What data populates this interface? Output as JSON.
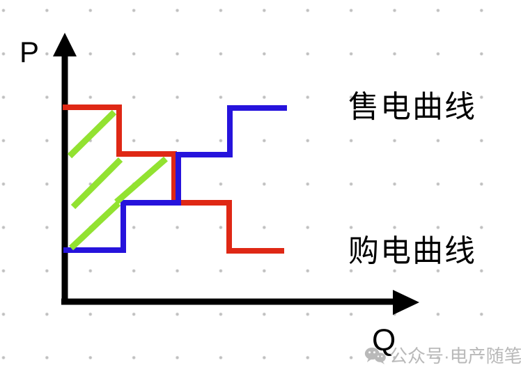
{
  "page": {
    "background": "#ffffff",
    "grid_dot_color": "#bfbfbf",
    "watermark": {
      "text": "公众号·电产随笔",
      "icon": "wechat-icon",
      "color": "#b9b9b9"
    }
  },
  "chart_data": {
    "type": "line",
    "subtype": "schematic step curves (electricity sell/buy bid curves)",
    "title": "",
    "xlabel": "Q",
    "ylabel": "P",
    "axis_values": "none (qualitative diagram, no numeric ticks)",
    "coordinates": "pixel (y increases downward)",
    "legend_position": "right of curves, free text",
    "axes": {
      "color": "#000000",
      "stroke_width": 9,
      "lines": [
        [
          [
            93,
            76
          ],
          [
            93,
            436
          ]
        ],
        [
          [
            88,
            433
          ],
          [
            566,
            433
          ]
        ]
      ],
      "arrows": [
        [
          [
            93,
            47
          ],
          [
            76,
            81
          ],
          [
            110,
            81
          ]
        ],
        [
          [
            602,
            434
          ],
          [
            564,
            416
          ],
          [
            564,
            452
          ]
        ]
      ]
    },
    "series": [
      {
        "id": "buy-curve",
        "name": "购电曲线",
        "color": "#df2815",
        "stroke_width": 8,
        "shape": "descending staircase",
        "points": [
          [
            90,
            154
          ],
          [
            171,
            154
          ],
          [
            171,
            221
          ],
          [
            250,
            221
          ],
          [
            250,
            291
          ],
          [
            329,
            291
          ],
          [
            329,
            360
          ],
          [
            408,
            360
          ]
        ]
      },
      {
        "id": "sell-curve",
        "name": "售电曲线",
        "color": "#2613dc",
        "stroke_width": 8,
        "shape": "ascending staircase",
        "points": [
          [
            91,
            359
          ],
          [
            177,
            359
          ],
          [
            177,
            291
          ],
          [
            256,
            291
          ],
          [
            256,
            222
          ],
          [
            330,
            222
          ],
          [
            330,
            155
          ],
          [
            412,
            155
          ]
        ]
      }
    ],
    "hatch": {
      "id": "cleared-area-hatch",
      "meaning": "diagonal hatching of area between buy and sell curves",
      "color": "#92e231",
      "stroke_width": 9,
      "segments": [
        [
          [
            100,
            224
          ],
          [
            164,
            161
          ]
        ],
        [
          [
            105,
            297
          ],
          [
            173,
            229
          ]
        ],
        [
          [
            102,
            356
          ],
          [
            170,
            292
          ]
        ],
        [
          [
            167,
            290
          ],
          [
            238,
            228
          ]
        ]
      ]
    }
  }
}
